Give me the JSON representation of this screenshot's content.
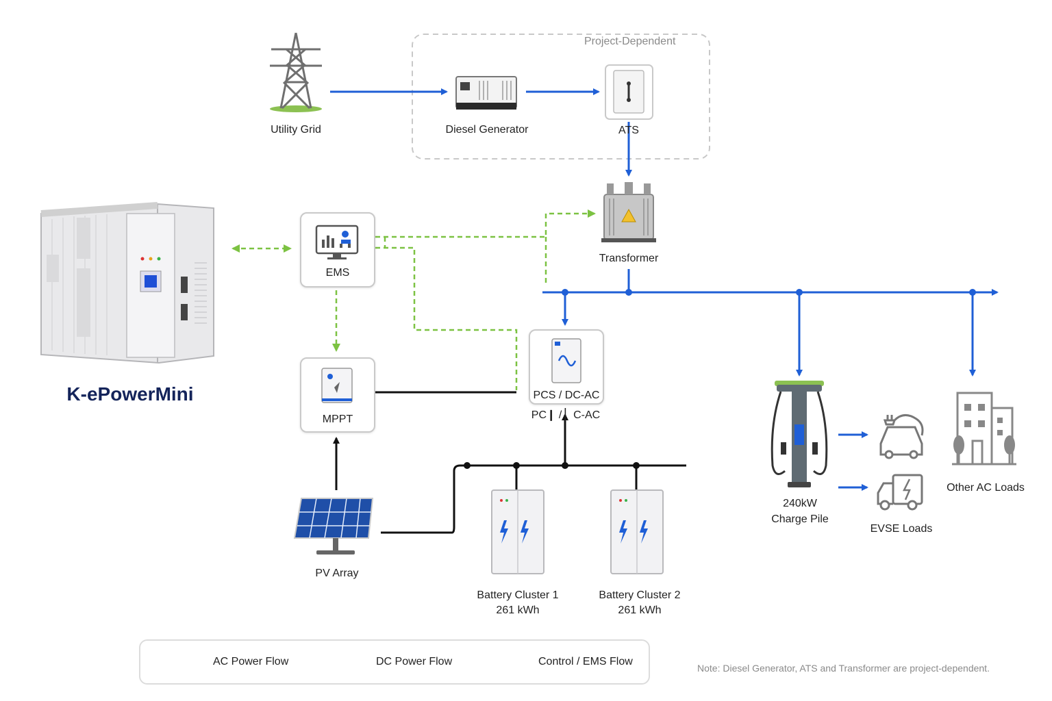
{
  "product_title": "K-ePowerMini",
  "project_dependent_label": "Project-Dependent",
  "nodes": {
    "utility_grid": "Utility Grid",
    "diesel_generator": "Diesel Generator",
    "ats": "ATS",
    "transformer": "Transformer",
    "ems": "EMS",
    "mppt": "MPPT",
    "pcs": "PCS / DC-AC",
    "pcs_echo": "PC❙ / ▏C-AC",
    "pv_array": "PV Array",
    "battery_cluster_1": [
      "Battery Cluster 1",
      "261 kWh"
    ],
    "battery_cluster_2": [
      "Battery Cluster 2",
      "261 kWh"
    ],
    "charge_pile": [
      "240kW",
      "Charge Pile"
    ],
    "evse_loads": "EVSE Loads",
    "other_ac_loads": "Other AC Loads"
  },
  "legend": {
    "ac": "AC Power Flow",
    "dc": "DC Power Flow",
    "control": "Control / EMS Flow"
  },
  "note": "Note: Diesel Generator, ATS and Transformer are project-dependent.",
  "colors": {
    "ac": "#1f5fd6",
    "dc": "#111111",
    "control": "#7cc242",
    "title": "#14245a"
  }
}
